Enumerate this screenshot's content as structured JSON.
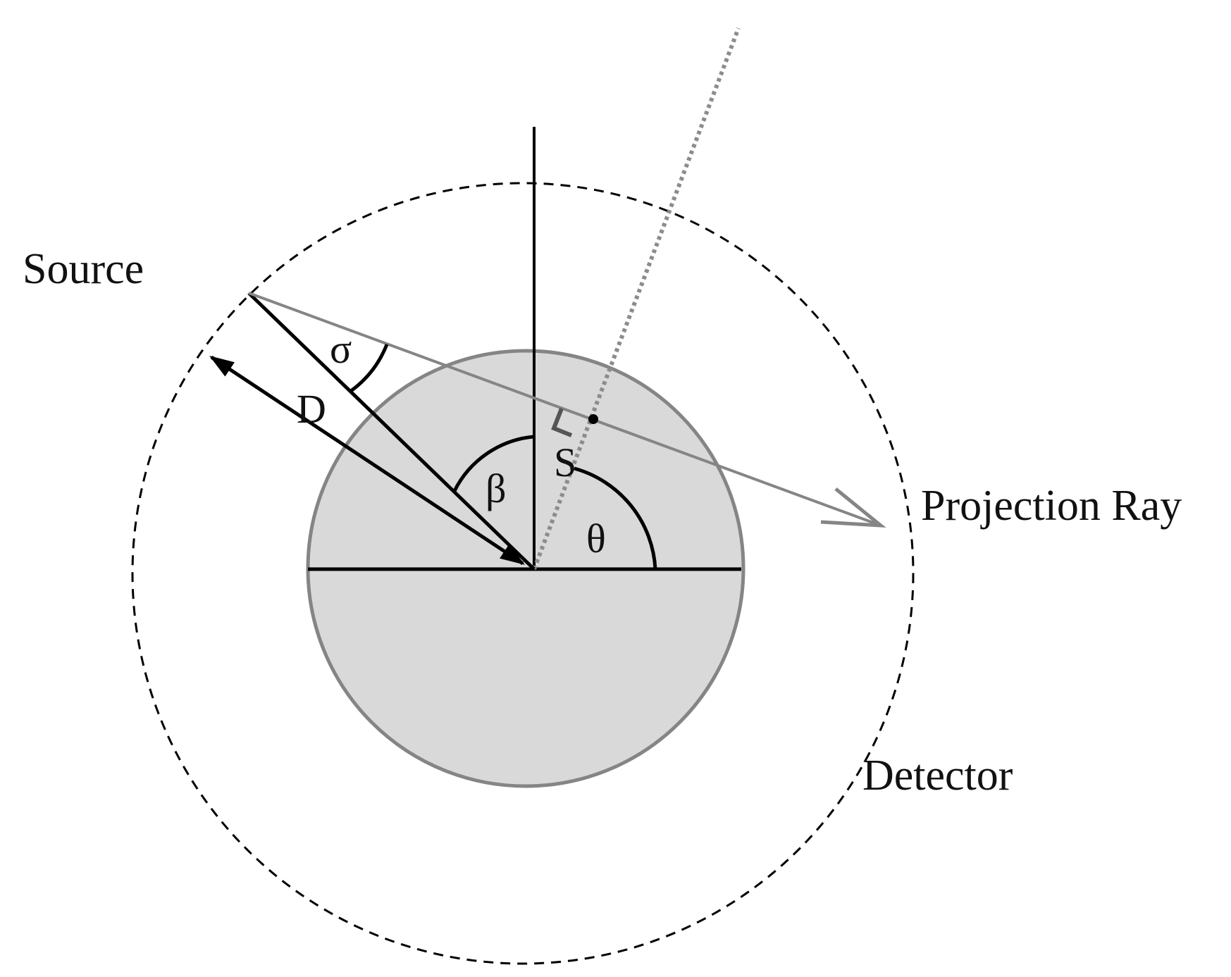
{
  "labels": {
    "source": "Source",
    "projection_ray": "Projection Ray",
    "detector": "Detector",
    "sigma": "σ",
    "distance": "D",
    "beta": "β",
    "s": "S",
    "theta": "θ"
  },
  "colors": {
    "background": "#ffffff",
    "object_fill": "#d9d9d9",
    "object_stroke": "#858585",
    "ray": "#858585",
    "dotted_line": "#8c8c8c",
    "ink": "#000000"
  }
}
